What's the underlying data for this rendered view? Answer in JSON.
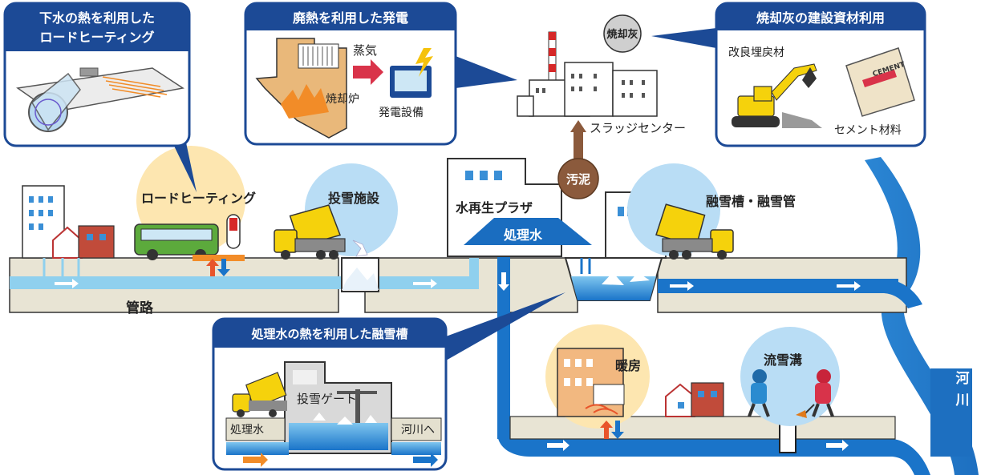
{
  "colors": {
    "panel_header": "#1c4a96",
    "water_blue": "#1a74c9",
    "ground_beige": "#e4e0cf",
    "sludge_brown": "#8b5a3c",
    "truck_yellow": "#f5d20c",
    "bus_green": "#5caa3c",
    "heat_orange": "#f28c28",
    "snow_circle": "#b9ddf5",
    "warm_circle": "#fde6b0"
  },
  "panels": {
    "road_heating": {
      "title_line1": "下水の熱を利用した",
      "title_line2": "ロードヒーティング"
    },
    "waste_heat_power": {
      "title": "廃熱を利用した発電",
      "steam": "蒸気",
      "incinerator": "焼却炉",
      "generator": "発電設備"
    },
    "ash_reuse": {
      "title": "焼却灰の建設資材利用",
      "landfill_material": "改良埋戻材",
      "cement_material": "セメント材料",
      "cement_bag_text": "CEMENT"
    },
    "melting_tank": {
      "title": "処理水の熱を利用した融雪槽",
      "snow_gate": "投雪ゲート",
      "treated_water": "処理水",
      "to_river": "河川へ"
    }
  },
  "labels": {
    "incineration_ash": "焼却灰",
    "sludge_center": "スラッジセンター",
    "sludge": "汚泥",
    "water_plaza": "水再生プラザ",
    "treated_water": "処理水",
    "road_heating": "ロードヒーティング",
    "snow_dumping": "投雪施設",
    "melting_tank_pipe": "融雪槽・融雪管",
    "pipeline": "管路",
    "heating": "暖房",
    "snow_channel": "流雪溝",
    "river_1": "河",
    "river_2": "川"
  }
}
